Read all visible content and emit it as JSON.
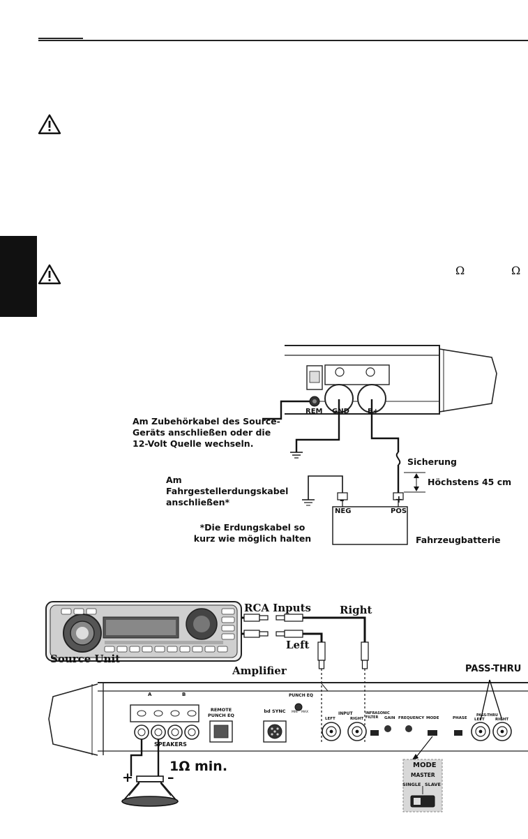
{
  "page": {
    "omega_symbols": [
      "Ω",
      "Ω"
    ]
  },
  "power_diagram": {
    "terminal_rem": "REM",
    "terminal_gnd": "GND",
    "terminal_pos": "B+",
    "label_accessory": "Am Zubehörkabel des Source-Geräts anschließen oder die 12-Volt Quelle wechseln.",
    "label_fuse": "Sicherung",
    "label_max_distance": "Höchstens 45 cm",
    "label_chassis_ground": "Am Fahrgestellerdungskabel anschließen*",
    "label_ground_note": "*Die Erdungskabel so kurz wie möglich halten",
    "battery_neg": "NEG",
    "battery_pos": "POS",
    "battery_neg_sign": "–",
    "battery_pos_sign": "+",
    "label_battery": "Fahrzeugbatterie"
  },
  "signal_diagram": {
    "label_rca_inputs": "RCA Inputs",
    "label_right": "Right",
    "label_left": "Left",
    "label_source_unit": "Source Unit",
    "label_amplifier": "Amplifier",
    "label_pass_thru_title": "PASS-THRU",
    "label_speakers": "SPEAKERS",
    "label_spk_a": "A",
    "label_spk_b": "B",
    "label_remote_punch_eq": "REMOTE PUNCH EQ",
    "label_bd_sync": "bd SYNC",
    "label_punch_eq": "PUNCH EQ",
    "label_punch_min": "MIN",
    "label_punch_max": "MAX",
    "label_input": "INPUT",
    "label_input_left": "LEFT",
    "label_input_right": "RIGHT",
    "label_infrasonic": "INFRASONIC FILTER",
    "label_gain": "GAIN",
    "label_frequency": "FREQUENCY",
    "label_mode": "MODE",
    "label_phase": "PHASE",
    "label_pass_left": "LEFT",
    "label_pass_right": "RIGHT",
    "label_pass_thru": "PASS-THRU",
    "label_min_impedance": "1Ω min.",
    "label_plus": "+",
    "label_minus": "–",
    "mode_inset_title": "MODE",
    "mode_inset_master": "MASTER",
    "mode_inset_single": "SINGLE",
    "mode_inset_slave": "SLAVE"
  }
}
